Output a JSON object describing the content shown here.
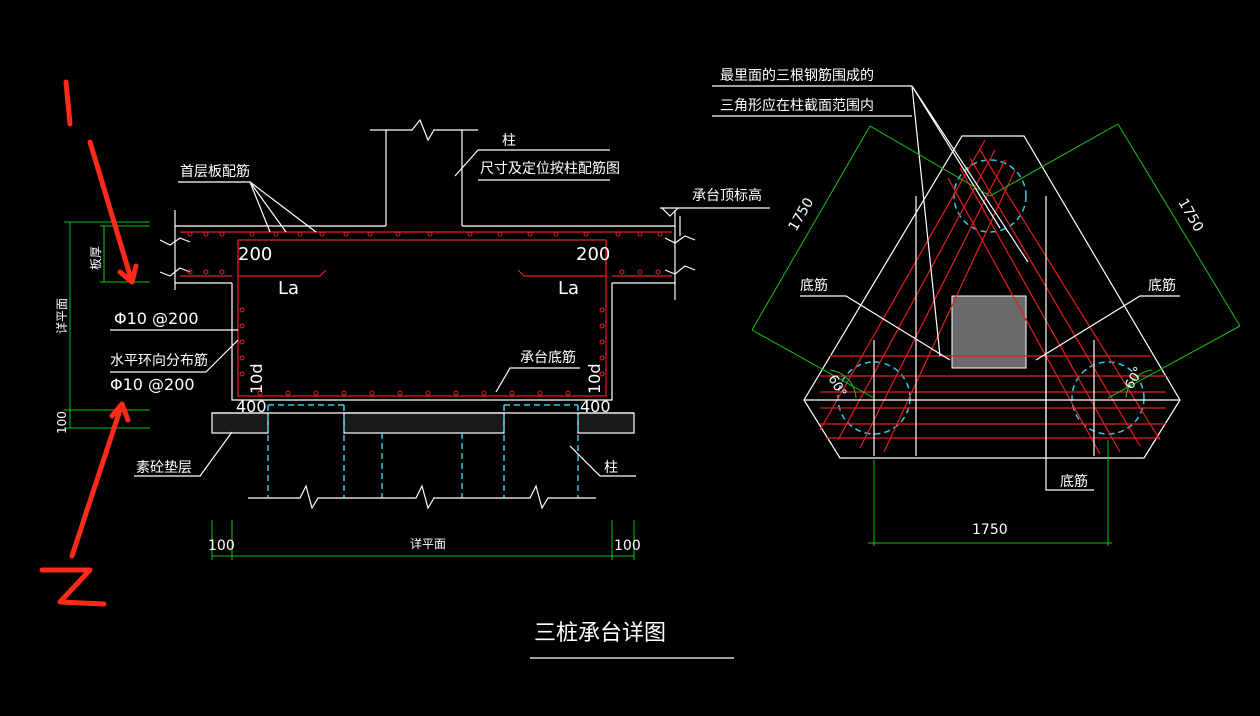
{
  "drawing": {
    "title": "三桩承台详图",
    "section": {
      "label_first_floor_rebar": "首层板配筋",
      "label_column": "柱",
      "label_column_note": "尺寸及定位按柱配筋图",
      "label_cap_top_elev": "承台顶标高",
      "label_200_left": "200",
      "label_200_right": "200",
      "label_la_left": "La",
      "label_la_right": "La",
      "label_rebar_spec_1": "Φ10 @200",
      "label_horizontal_ring": "水平环向分布筋",
      "label_rebar_spec_2": "Φ10 @200",
      "label_cap_bottom_rebar": "承台底筋",
      "label_10d_left": "10d",
      "label_10d_right": "10d",
      "label_400_left": "400",
      "label_400_right": "400",
      "label_plain_concrete": "素砼垫层",
      "label_pile": "柱",
      "dim_100_left": "100",
      "dim_100_right": "100",
      "dim_see_plan_bottom": "详平面",
      "dim_see_plan_left": "详平面",
      "dim_cap_height": "板厚",
      "dim_100_vertical": "100"
    },
    "plan": {
      "label_note_line1": "最里面的三根钢筋围成的",
      "label_note_line2": "三角形应在柱截面范围内",
      "label_bottom_rebar_left": "底筋",
      "label_bottom_rebar_right": "底筋",
      "label_bottom_rebar_bottom": "底筋",
      "dim_1750_left": "1750",
      "dim_1750_right": "1750",
      "dim_1750_bottom": "1750",
      "angle_left": "60°",
      "angle_right": "60°"
    },
    "annotations": {
      "mark_1": "1",
      "mark_2": "2"
    }
  }
}
